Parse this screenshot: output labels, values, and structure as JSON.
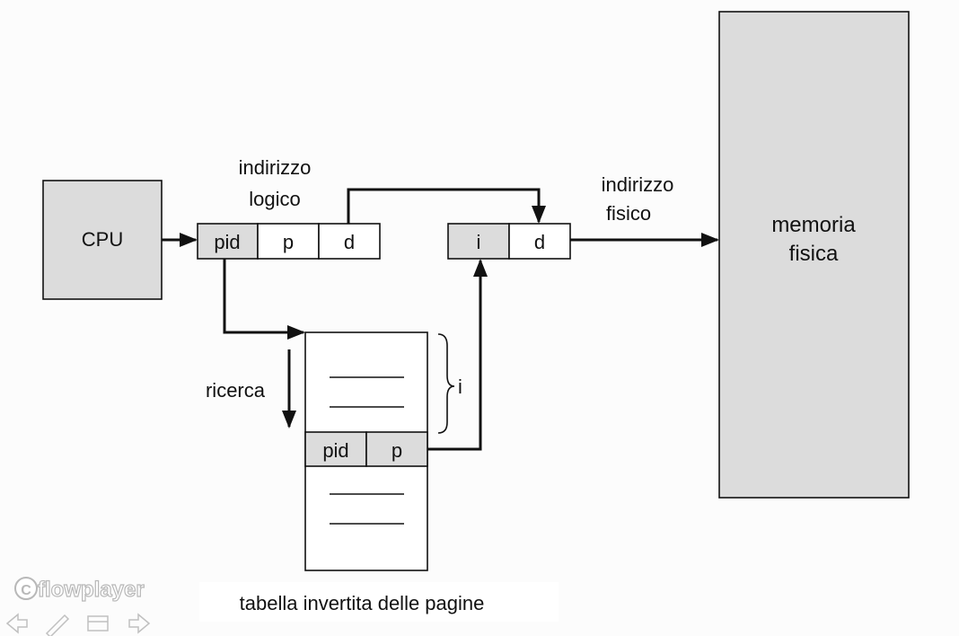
{
  "diagram": {
    "cpu": "CPU",
    "logical_address_label_line1": "indirizzo",
    "logical_address_label_line2": "logico",
    "logical_fields": [
      "pid",
      "p",
      "d"
    ],
    "physical_fields": [
      "i",
      "d"
    ],
    "physical_address_label_line1": "indirizzo",
    "physical_address_label_line2": "fisico",
    "memory_line1": "memoria",
    "memory_line2": "fisica",
    "search_label": "ricerca",
    "index_label": "i",
    "table_entry_fields": [
      "pid",
      "p"
    ],
    "table_caption": "tabella invertita delle pagine"
  },
  "player": {
    "logo": "flowplayer",
    "controls": [
      "prev-icon",
      "edit-icon",
      "screen-icon",
      "next-icon"
    ]
  }
}
